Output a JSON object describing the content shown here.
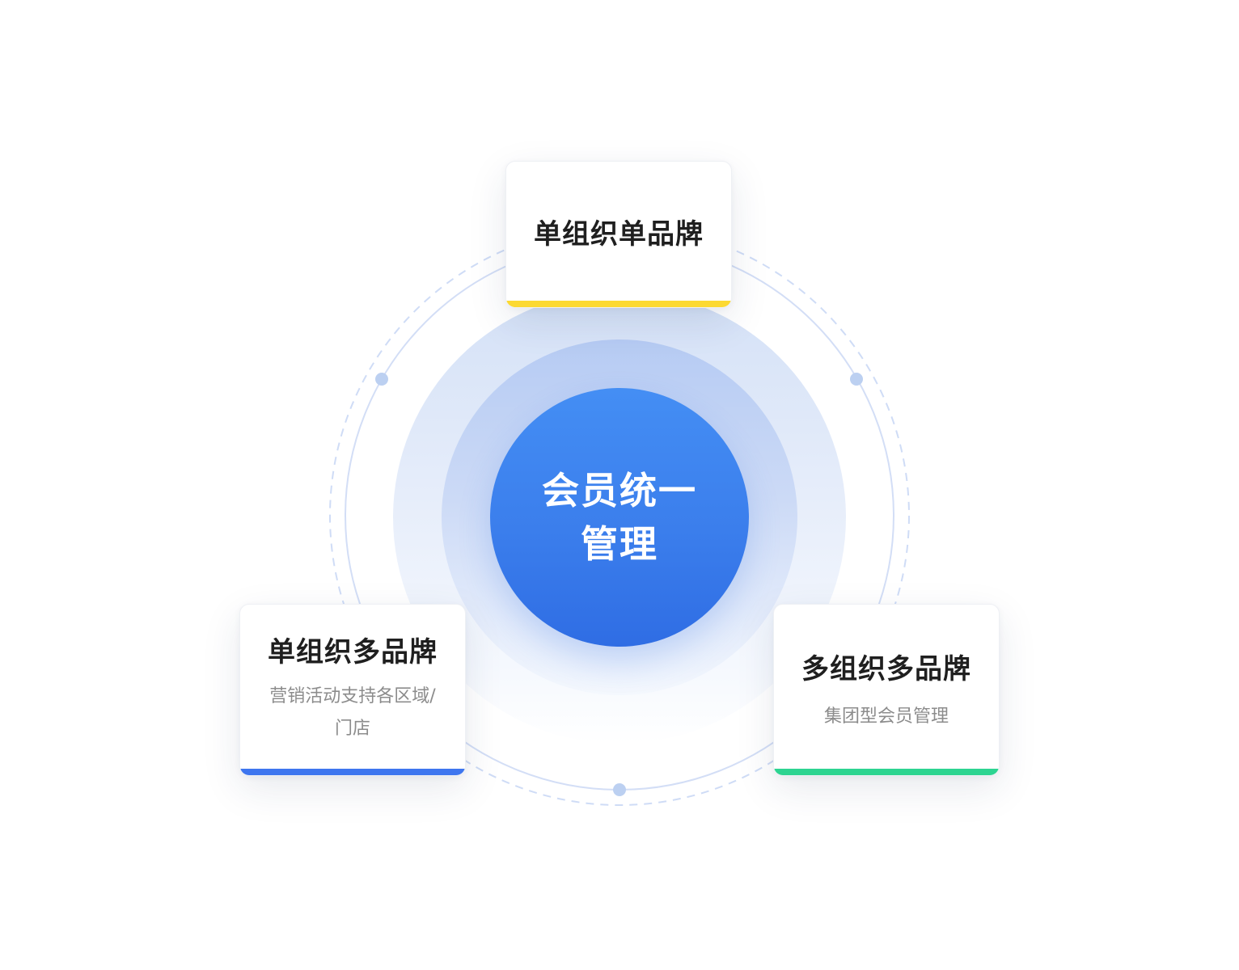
{
  "center": {
    "line1": "会员统一",
    "line2": "管理"
  },
  "cards": [
    {
      "title": "单组织单品牌",
      "desc": "",
      "accent": "#fcd932"
    },
    {
      "title": "单组织多品牌",
      "desc": "营销活动支持各区域/门店",
      "accent": "#3e76ef"
    },
    {
      "title": "多组织多品牌",
      "desc": "集团型会员管理",
      "accent": "#2dd491"
    }
  ],
  "colors": {
    "ring": "#cfdcf6",
    "dot": "#bcd0f1",
    "core_top": "#448ef4",
    "core_bottom": "#2f6de4"
  }
}
